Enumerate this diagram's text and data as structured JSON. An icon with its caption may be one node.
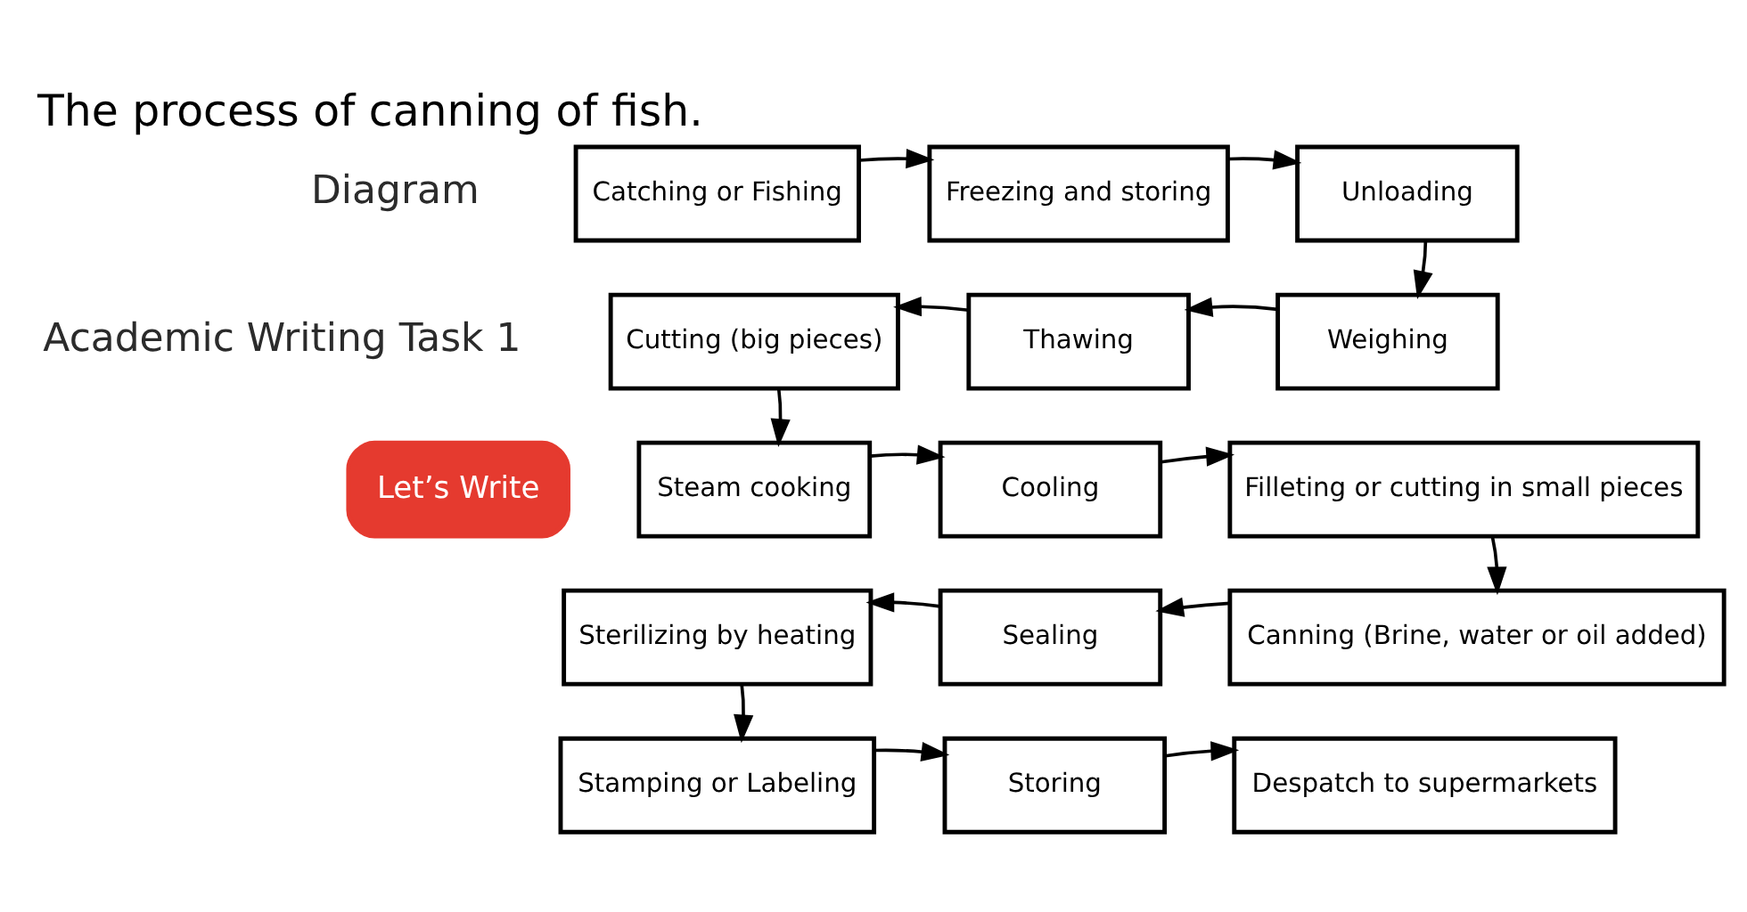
{
  "diagram": {
    "title": "The process of canning of fish.",
    "nodes": [
      {
        "text": [
          "Catching or Fishing"
        ]
      },
      {
        "text": [
          "Freezing and storing"
        ]
      },
      {
        "text": [
          "Unloading"
        ]
      },
      {
        "text": [
          "Weighing"
        ]
      },
      {
        "text": [
          "Thawing"
        ]
      },
      {
        "text": [
          "Cutting (big pieces)"
        ]
      },
      {
        "text": [
          "Steam cooking"
        ]
      },
      {
        "text": [
          "Cooling"
        ]
      },
      {
        "text": [
          "Filleting or cutting in small pieces"
        ]
      },
      {
        "text": [
          "Canning (Brine, water or oil added)"
        ]
      },
      {
        "text": [
          "Sealing"
        ]
      },
      {
        "text": [
          "Sterilizing by heating"
        ]
      },
      {
        "text": [
          "Stamping or Labeling"
        ]
      },
      {
        "text": [
          "Storing"
        ]
      },
      {
        "text": [
          "Despatch to supermarkets"
        ]
      },
      {
        "text": [
          "Let’s Write"
        ]
      }
    ],
    "edges": [
      {
        "from": 0,
        "to": 1,
        "arrow": "to"
      },
      {
        "from": 1,
        "to": 2,
        "arrow": "to"
      },
      {
        "from": 2,
        "to": 3,
        "arrow": "to"
      },
      {
        "from": 3,
        "to": 4,
        "arrow": "to"
      },
      {
        "from": 4,
        "to": 5,
        "arrow": "to"
      },
      {
        "from": 5,
        "to": 6,
        "arrow": "to"
      },
      {
        "from": 6,
        "to": 7,
        "arrow": "to"
      },
      {
        "from": 7,
        "to": 8,
        "arrow": "to"
      },
      {
        "from": 8,
        "to": 9,
        "arrow": "to"
      },
      {
        "from": 9,
        "to": 10,
        "arrow": "to"
      },
      {
        "from": 10,
        "to": 11,
        "arrow": "to"
      },
      {
        "from": 11,
        "to": 12,
        "arrow": "to"
      },
      {
        "from": 12,
        "to": 13,
        "arrow": "to"
      },
      {
        "from": 13,
        "to": 14,
        "arrow": "to"
      }
    ],
    "labels": [
      "Diagram",
      "Academic Writing Task 1"
    ]
  }
}
